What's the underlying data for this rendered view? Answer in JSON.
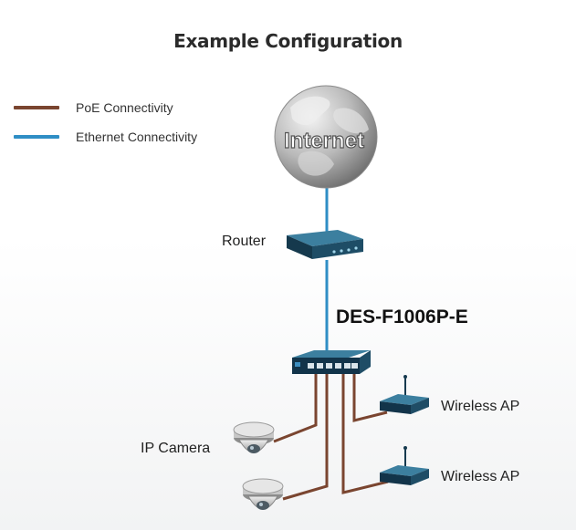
{
  "title": "Example Configuration",
  "legend": [
    {
      "label": "PoE Connectivity",
      "color": "#7a4530"
    },
    {
      "label": "Ethernet Connectivity",
      "color": "#2f8ec5"
    }
  ],
  "nodes": {
    "internet": "Internet",
    "router": "Router",
    "switch": "DES-F1006P-E",
    "ip_camera": "IP Camera",
    "wireless_ap_1": "Wireless AP",
    "wireless_ap_2": "Wireless AP"
  },
  "colors": {
    "poe": "#7a4530",
    "ethernet": "#2f8ec5",
    "device_dark": "#163a4f",
    "device_light": "#2a6e8f"
  },
  "icons": [
    "globe-icon",
    "router-icon",
    "switch-icon",
    "camera-icon",
    "wireless-ap-icon"
  ]
}
